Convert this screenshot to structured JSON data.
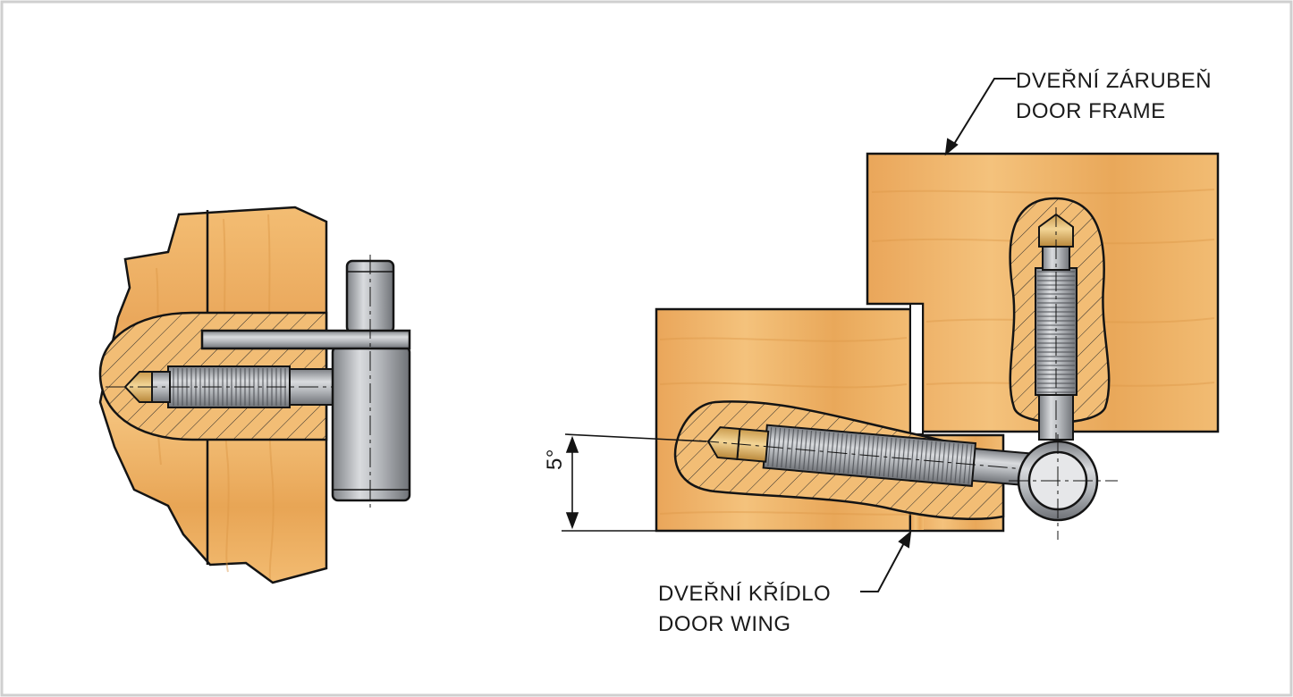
{
  "labels": {
    "frame_cz": "DVEŘNÍ ZÁRUBEŇ",
    "frame_en": "DOOR FRAME",
    "wing_cz": "DVEŘNÍ KŘÍDLO",
    "wing_en": "DOOR WING",
    "angle": "5°"
  },
  "colors": {
    "wood": "#f1b86c",
    "wood_grain": "#e4a150",
    "metal_dark": "#8e9196",
    "metal_light": "#d7d9dc",
    "outline": "#141414"
  }
}
